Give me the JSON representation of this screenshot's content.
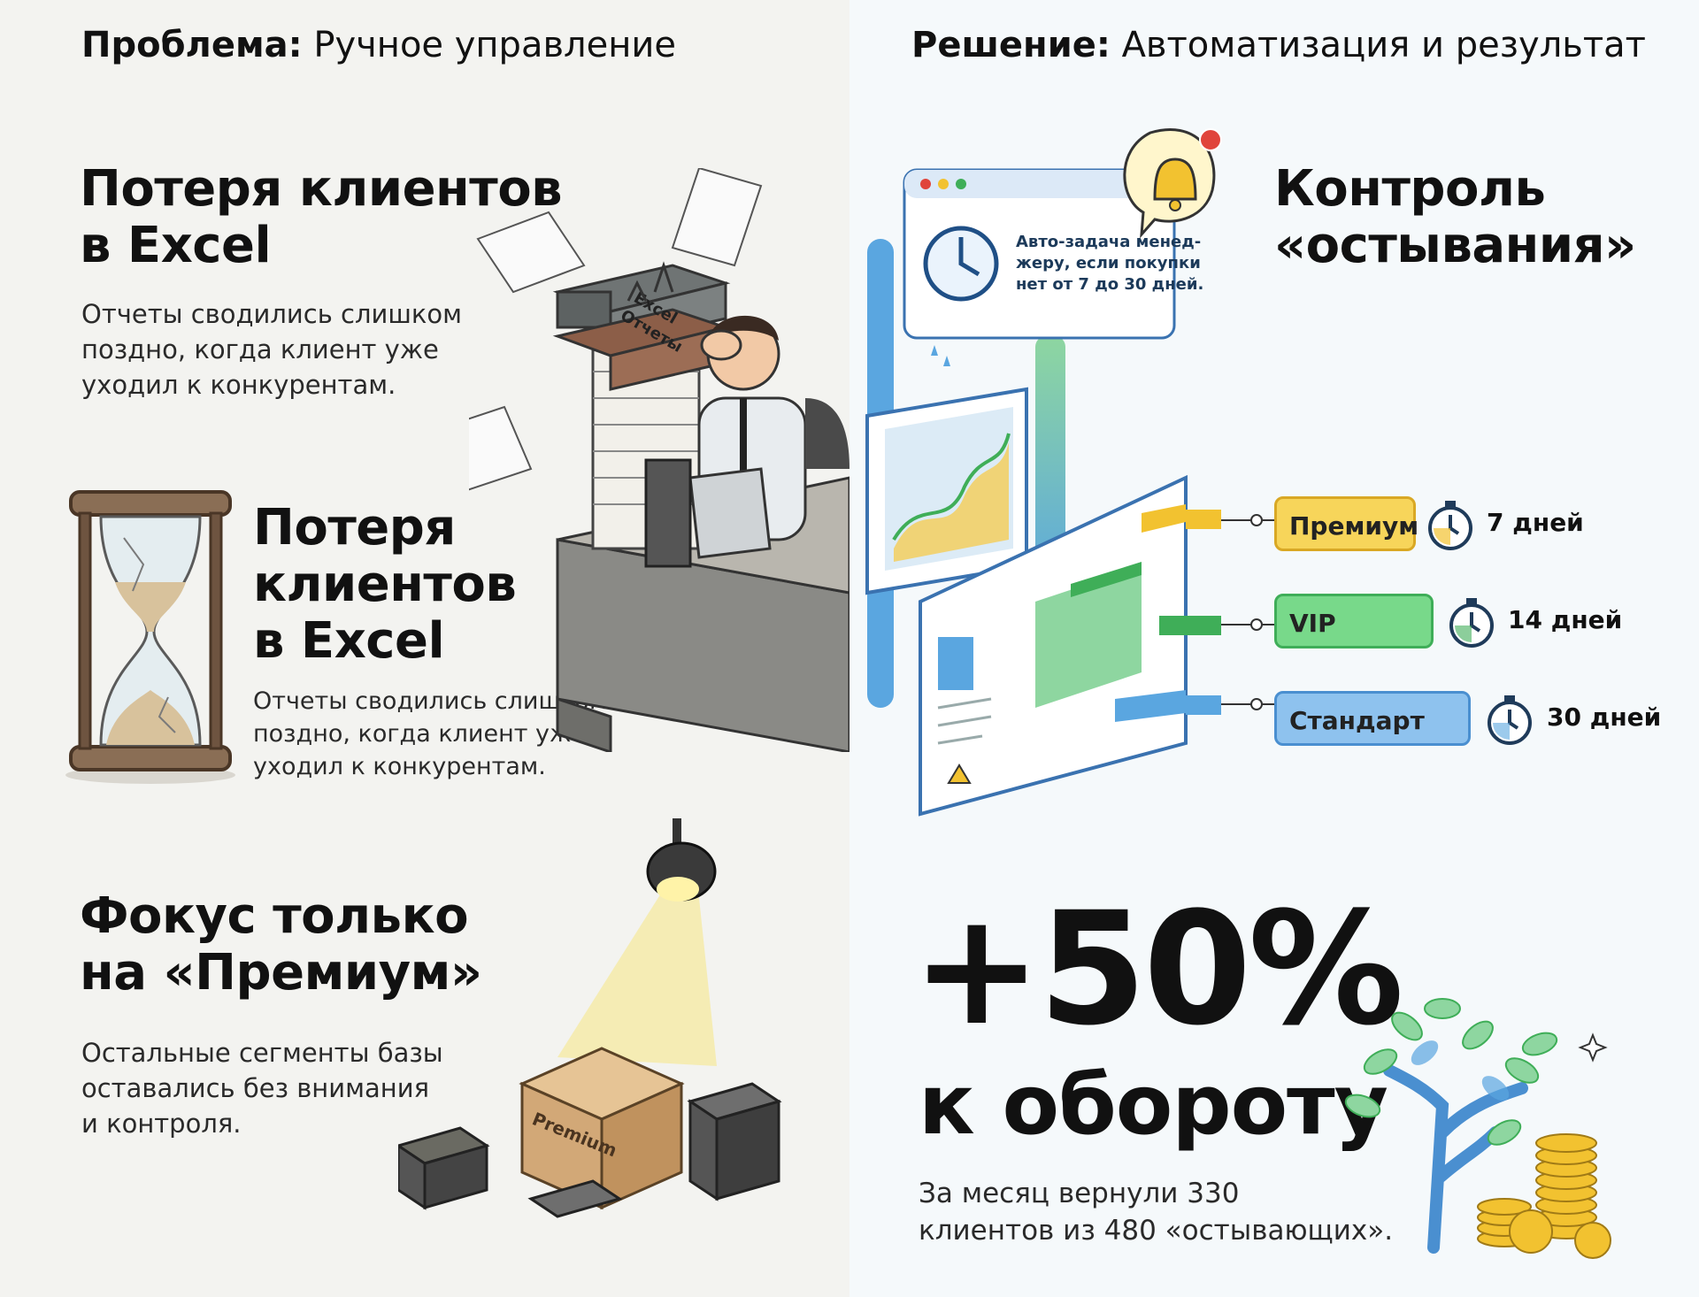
{
  "problem": {
    "header_bold": "Проблема:",
    "header_rest": "Ручное управление",
    "block1": {
      "title_line1": "Потеря клиентов",
      "title_line2": "в Excel",
      "text_line1": "Отчеты сводились слишком",
      "text_line2": "поздно, когда клиент уже",
      "text_line3": "уходил к конкурентам."
    },
    "block2": {
      "title_line1": "Потеря",
      "title_line2": "клиентов",
      "title_line3": "в Excel",
      "text_line1": "Отчеты сводились слишком",
      "text_line2": "поздно, когда клиент уже",
      "text_line3": "уходил к конкурентам."
    },
    "block3": {
      "title_line1": "Фокус только",
      "title_line2": "на «Премиум»",
      "text_line1": "Остальные сегменты базы",
      "text_line2": "оставались без внимания",
      "text_line3": "и контроля."
    },
    "binder_label1": "Excel",
    "binder_label2": "Отчеты",
    "box_label": "Premium"
  },
  "solution": {
    "header_bold": "Решение:",
    "header_rest": "Автоматизация и результат",
    "title_line1": "Контроль",
    "title_line2": "«остывания»",
    "popup_line1": "Авто-задача менед-",
    "popup_line2": "жеру, если покупки",
    "popup_line3": "нет от 7 до 30 дней.",
    "tiers": [
      {
        "label": "Премиум",
        "days": "7 дней",
        "color": "#f7d55a",
        "border": "#d9a824"
      },
      {
        "label": "VIP",
        "days": "14 дней",
        "color": "#78d98a",
        "border": "#3fae58"
      },
      {
        "label": "Стандарт",
        "days": "30 дней",
        "color": "#8ec2ee",
        "border": "#4a8fd0"
      }
    ],
    "result_big": "+50%",
    "result_sub": "к обороту",
    "result_text_line1": "За месяц вернули 330",
    "result_text_line2": "клиентов из 480 «остывающих»."
  },
  "colors": {
    "accent_blue": "#4a8fd0",
    "accent_green": "#3fae58",
    "accent_yellow": "#f2c230",
    "alert_red": "#e0443b"
  }
}
